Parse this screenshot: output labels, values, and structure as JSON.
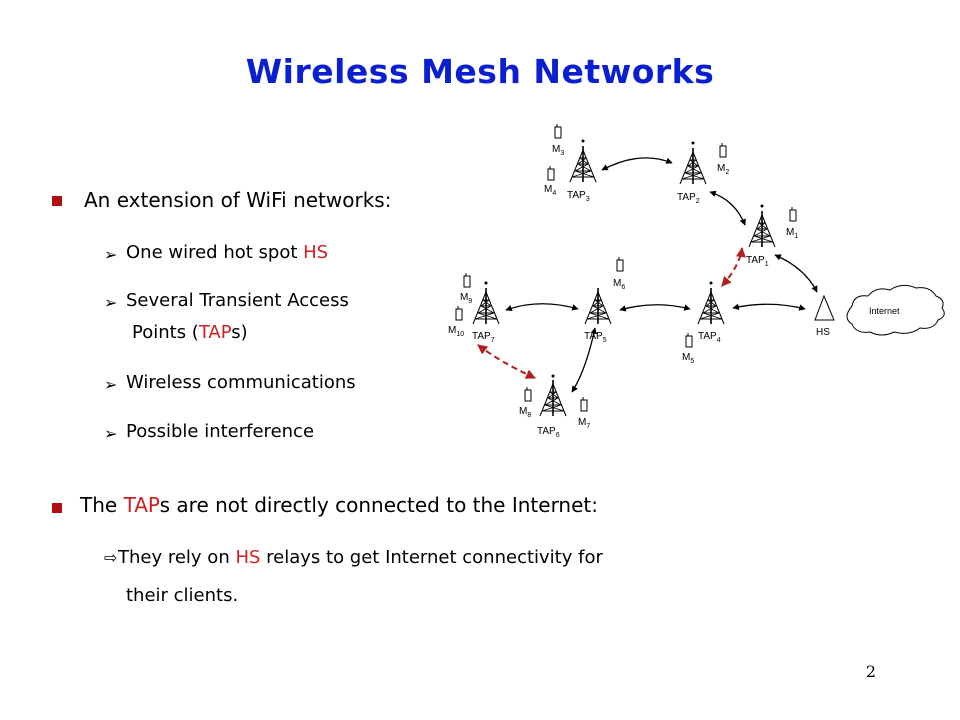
{
  "title": "Wireless Mesh Networks",
  "bullets": {
    "b1": {
      "text": "An extension of WiFi networks:"
    },
    "sub": [
      {
        "pre": "One wired hot spot ",
        "hl": "HS",
        "post": ""
      },
      {
        "pre": "Several Transient Access",
        "hl": "",
        "post": ""
      },
      {
        "pre": "Points (",
        "hl": "TAP",
        "post": "s)"
      },
      {
        "pre": "Wireless communications",
        "hl": "",
        "post": ""
      },
      {
        "pre": "Possible interference",
        "hl": "",
        "post": ""
      }
    ],
    "b2": {
      "pre": "The ",
      "hl": "TAP",
      "post": "s are not directly connected to the Internet:"
    },
    "b2sub": {
      "pre": "They rely on ",
      "hl": "HS",
      "post": " relays to get Internet connectivity for",
      "line2": "their clients."
    }
  },
  "diagram": {
    "taps": [
      "TAP1",
      "TAP2",
      "TAP3",
      "TAP4",
      "TAP5",
      "TAP6",
      "TAP7"
    ],
    "tap_labels": {
      "t1": "TAP",
      "t1s": "1",
      "t2": "TAP",
      "t2s": "2",
      "t3": "TAP",
      "t3s": "3",
      "t4": "TAP",
      "t4s": "4",
      "t5": "TAP",
      "t5s": "5",
      "t6": "TAP",
      "t6s": "6",
      "t7": "TAP",
      "t7s": "7"
    },
    "mobiles": {
      "m": "M",
      "s1": "1",
      "s2": "2",
      "s3": "3",
      "s4": "4",
      "s5": "5",
      "s6": "6",
      "s7": "7",
      "s8": "8",
      "s9": "9",
      "s10": "10"
    },
    "hs_label": "HS",
    "internet_label": "Internet",
    "interference_color": "#b02020",
    "link_color": "#000000"
  },
  "page_number": "2",
  "colors": {
    "title": "#0a1fd0",
    "highlight": "#d02020",
    "bullet": "#b01010"
  }
}
